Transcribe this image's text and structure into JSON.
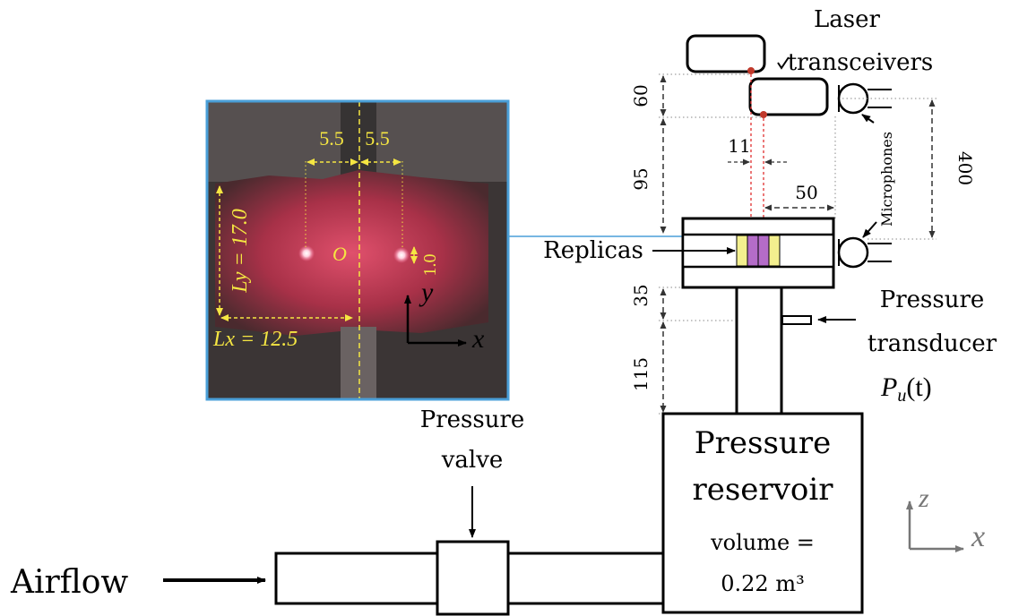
{
  "labels": {
    "laser_transceivers": [
      "Laser",
      "transceivers"
    ],
    "microphones": "Microphones",
    "replicas": "Replicas",
    "pressure_transducer": [
      "Pressure",
      "transducer"
    ],
    "pressure_signal": "P",
    "pressure_signal_sub": "u",
    "pressure_signal_arg": "(t)",
    "pressure_reservoir": [
      "Pressure",
      "reservoir"
    ],
    "reservoir_volume": [
      "volume =",
      "0.22 m³"
    ],
    "pressure_valve": [
      "Pressure",
      "valve"
    ],
    "airflow": "Airflow",
    "axis_z": "z",
    "axis_x": "x"
  },
  "dimensions": {
    "laser_gap": "60",
    "laser_to_replica": "95",
    "beam_spacing": "11",
    "microphone_spacing": "400",
    "replica_offset": "50",
    "replica_to_transducer": "35",
    "transducer_to_reservoir": "115"
  },
  "inset": {
    "half_spacing_left": "5.5",
    "half_spacing_right": "5.5",
    "ly_label": "Ly = 17.0",
    "lx_label": "Lx  =  12.5",
    "origin": "O",
    "dot_offset": "1.0",
    "axis_y": "y",
    "axis_x": "x"
  },
  "colors": {
    "line": "#000000",
    "dimension": "#444444",
    "inset_border": "#4a9fd8",
    "inset_annotation": "#f5e642",
    "laser_beam": "#e03030",
    "replica_purple": "#b46cc8",
    "replica_yellow": "#f3ef8e",
    "grey_axis": "#777777"
  }
}
